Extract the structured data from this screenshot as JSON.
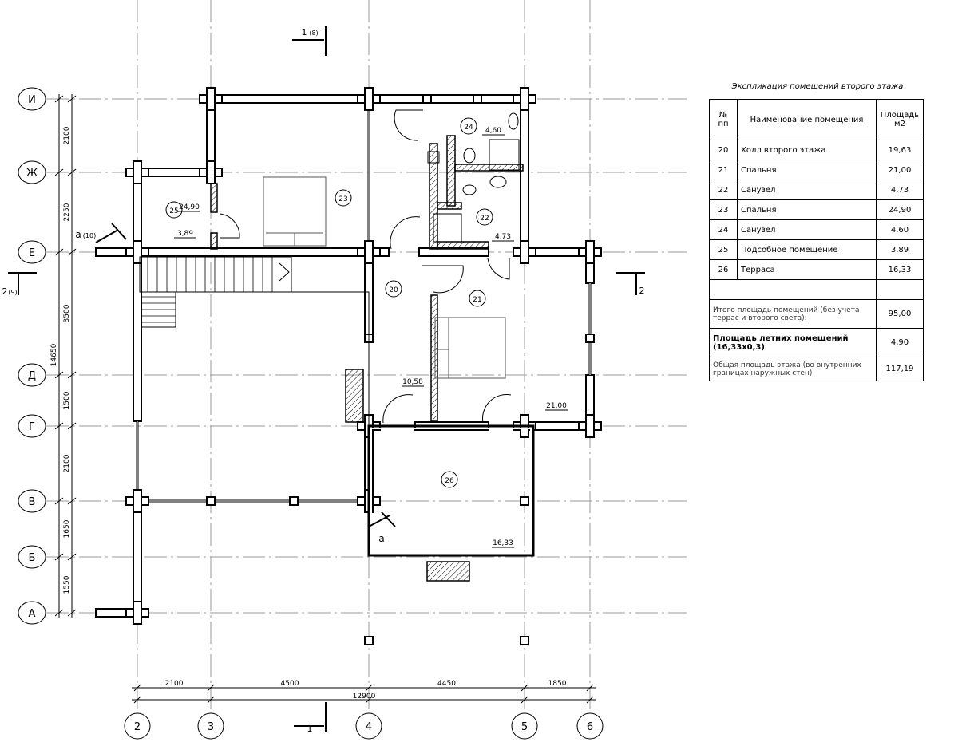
{
  "axes": {
    "rows": [
      "И",
      "Ж",
      "Е",
      "Д",
      "Г",
      "В",
      "Б",
      "А"
    ],
    "cols": [
      "2",
      "3",
      "4",
      "5",
      "6"
    ]
  },
  "dims": {
    "left": [
      "2100",
      "2250",
      "3500",
      "1500",
      "2100",
      "1650",
      "1550"
    ],
    "left_total": "14650",
    "bottom": [
      "2100",
      "4500",
      "4450",
      "1850"
    ],
    "bottom_total": "12900"
  },
  "sections": {
    "top": "1",
    "top_ref": "(8)",
    "bottom": "1",
    "left": "2",
    "left_ref": "(9)",
    "right": "2",
    "node_a": "а",
    "node_a_ref": "(10)",
    "node_a2": "а"
  },
  "rooms": [
    {
      "num": "25",
      "area": "3,89"
    },
    {
      "num": "23",
      "area": "24,90"
    },
    {
      "num": "24",
      "area": "4,60"
    },
    {
      "num": "22",
      "area": "4,73"
    },
    {
      "num": "20",
      "area": "10,58"
    },
    {
      "num": "21",
      "area": "21,00"
    },
    {
      "num": "26",
      "area": "16,33"
    }
  ],
  "table": {
    "title": "Экспликация помещений второго этажа",
    "headers": [
      "№ пп",
      "Наименование помещения",
      "Площадь м2"
    ],
    "rows": [
      {
        "n": "20",
        "name": "Холл второго этажа",
        "area": "19,63"
      },
      {
        "n": "21",
        "name": "Спальня",
        "area": "21,00"
      },
      {
        "n": "22",
        "name": "Санузел",
        "area": "4,73"
      },
      {
        "n": "23",
        "name": "Спальня",
        "area": "24,90"
      },
      {
        "n": "24",
        "name": "Санузел",
        "area": "4,60"
      },
      {
        "n": "25",
        "name": "Подсобное помещение",
        "area": "3,89"
      },
      {
        "n": "26",
        "name": "Терраса",
        "area": "16,33"
      }
    ],
    "total_label": "Итого площадь помещений (без учета террас и второго света):",
    "total_value": "95,00",
    "summer_label": "Площадь летних помещений (16,33х0,3)",
    "summer_value": "4,90",
    "floor_label": "Общая площадь этажа (во внутренних границах наружных стен)",
    "floor_value": "117,19"
  }
}
